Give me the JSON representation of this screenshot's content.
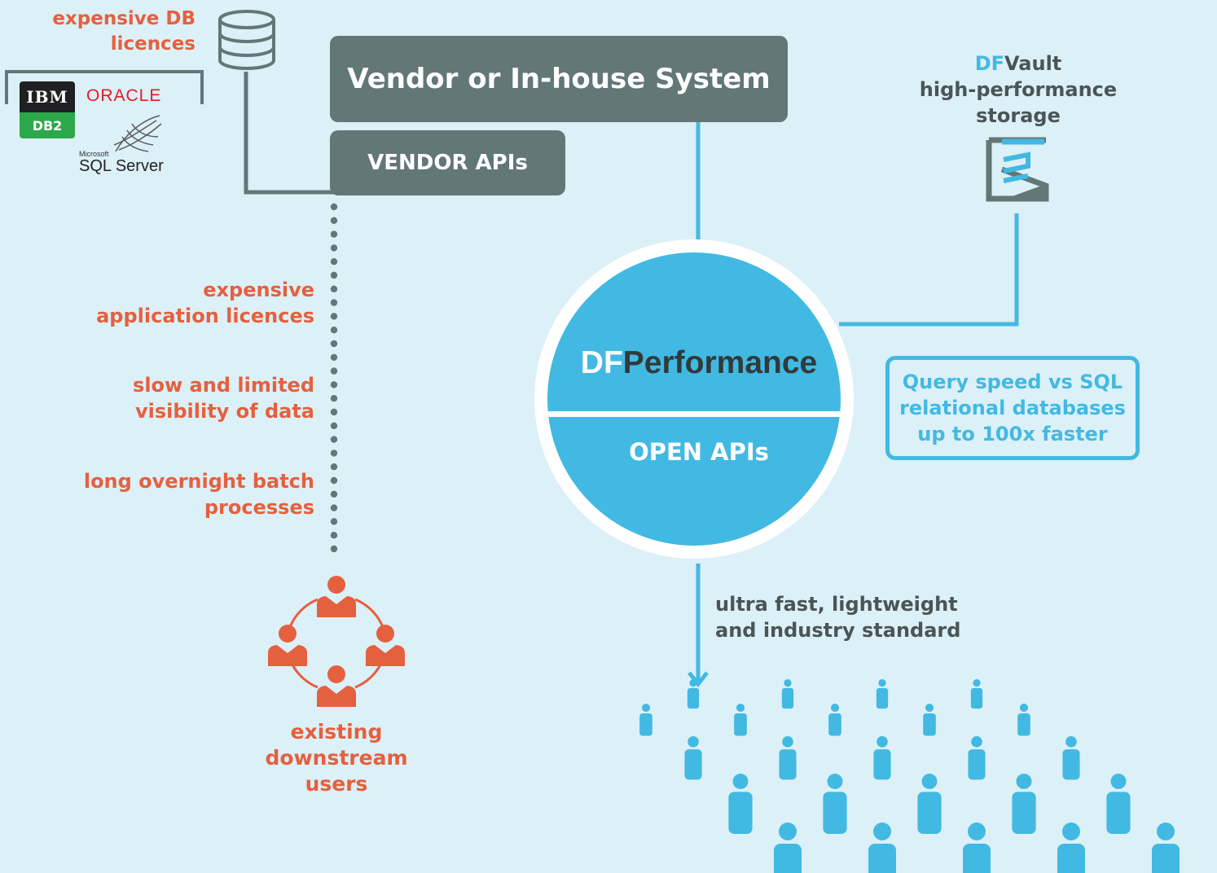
{
  "db_licence_label": [
    "expensive DB",
    "licences"
  ],
  "logos": {
    "ibm": "IBM",
    "db2": "DB2",
    "oracle": "ORACLE",
    "microsoft": "Microsoft",
    "sql_server": "SQL Server"
  },
  "vendor_system_label": "Vendor or In-house System",
  "vendor_apis_label": "VENDOR APIs",
  "dfvault": {
    "prefix": "DF",
    "suffix": "Vault",
    "lines": [
      "high-performance",
      "storage"
    ]
  },
  "problems": [
    [
      "expensive",
      "application licences"
    ],
    [
      "slow and limited",
      "visibility of data"
    ],
    [
      "long overnight batch",
      "processes"
    ]
  ],
  "dfperformance": {
    "prefix": "DF",
    "suffix": "Performance",
    "open_apis": "OPEN APIs"
  },
  "query_speed": [
    "Query speed vs SQL",
    "relational databases",
    "up to 100x faster"
  ],
  "open_apis_note": [
    "ultra fast, lightweight",
    "and industry standard"
  ],
  "downstream_users": [
    "existing",
    "downstream",
    "users"
  ],
  "colors": {
    "background": "#dcf0f7",
    "orange": "#e5603e",
    "blue": "#42b9e2",
    "slate": "#627776",
    "text_dark": "#4a5556"
  },
  "icons": [
    "database-icon",
    "dfvault-logo-icon",
    "user-group-icon",
    "crowd-icon",
    "arrow-down-icon"
  ]
}
